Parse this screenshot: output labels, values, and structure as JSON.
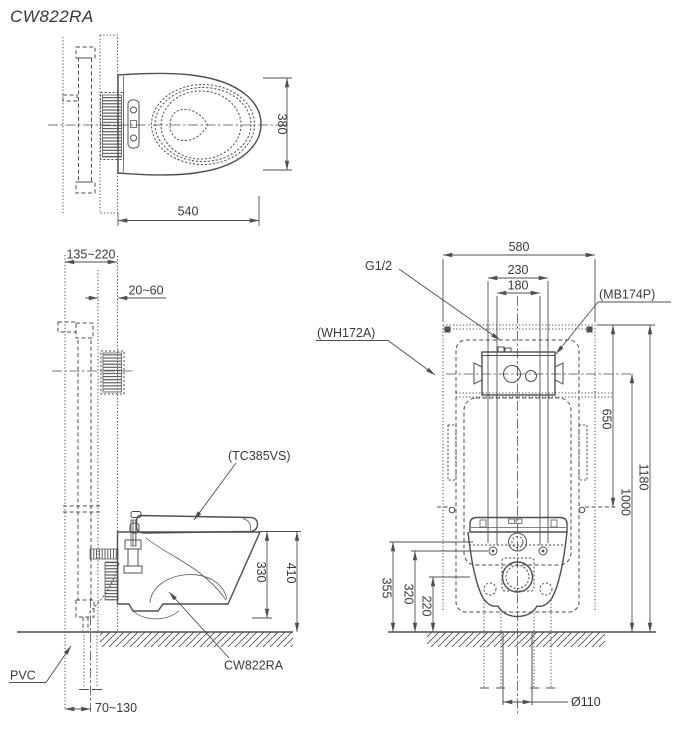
{
  "title": "CW822RA",
  "colors": {
    "line": "#4f4f4f",
    "text": "#3a3a3a",
    "background": "#ffffff"
  },
  "top_view": {
    "dim_length": "540",
    "dim_width": "380"
  },
  "side_view": {
    "dim_cavity_depth": "135~220",
    "dim_wall_thickness": "20~60",
    "dim_bowl_height": "330",
    "dim_rim_height": "410",
    "dim_drain_offset": "70~130",
    "label_seat": "(TC385VS)",
    "label_bowl": "CW822RA",
    "label_pipe": "PVC"
  },
  "front_view": {
    "dim_frame_width": "580",
    "dim_bolt_span_outer": "230",
    "dim_bolt_span_inner": "180",
    "dim_top_to_bracket": "650",
    "dim_supply_height": "1000",
    "dim_frame_height": "1180",
    "dim_fix_355": "355",
    "dim_fix_320": "320",
    "dim_fix_220": "220",
    "dim_drain_diameter": "Ø110",
    "label_water_inlet": "G1/2",
    "label_tank": "(MB174P)",
    "label_frame": "(WH172A)"
  }
}
